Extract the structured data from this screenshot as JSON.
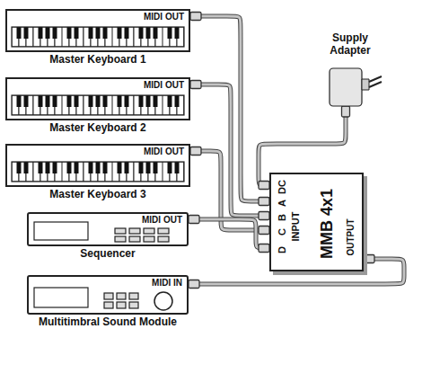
{
  "diagram": {
    "nodes": [
      {
        "text": [
          "MIDI OUT",
          "Master Keyboard 1"
        ]
      },
      {
        "text": [
          "Supply Adapter"
        ]
      },
      {
        "text": [
          "MIDI OUT",
          "Master Keyboard 2"
        ]
      },
      {
        "text": [
          "MIDI OUT",
          "Master Keyboard 3"
        ]
      },
      {
        "text": [
          "DC",
          "A",
          "B",
          "C",
          "INPUT",
          "D",
          "MMB 4x1",
          "OUTPUT"
        ]
      },
      {
        "text": [
          "MIDI OUT",
          "Sequencer"
        ]
      },
      {
        "text": [
          "MIDI IN",
          "Multitimbral Sound Module"
        ]
      }
    ],
    "edges": [
      {
        "from": 0,
        "to": 4,
        "arrow": "none"
      },
      {
        "from": 2,
        "to": 4,
        "arrow": "none"
      },
      {
        "from": 3,
        "to": 4,
        "arrow": "none"
      },
      {
        "from": 5,
        "to": 4,
        "arrow": "none"
      },
      {
        "from": 1,
        "to": 4,
        "arrow": "none"
      },
      {
        "from": 4,
        "to": 6,
        "arrow": "none"
      }
    ]
  }
}
